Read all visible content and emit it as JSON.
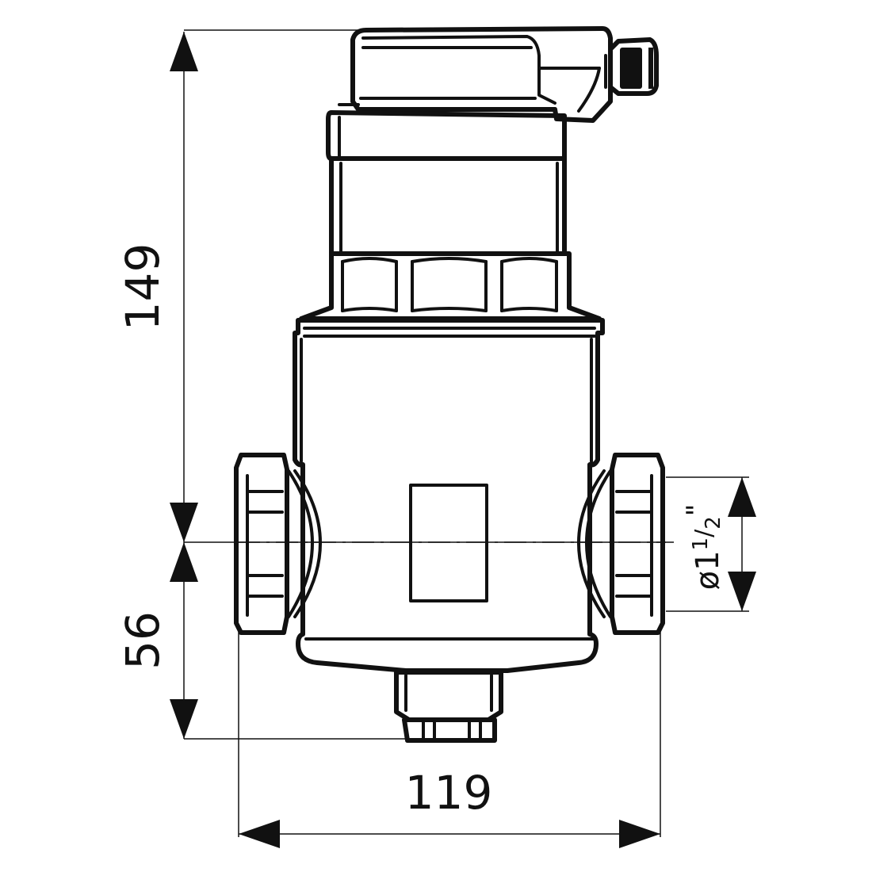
{
  "dimensions": {
    "height_total": "149",
    "height_lower": "56",
    "width": "119",
    "port_diameter": {
      "symbol": "ø",
      "whole": "1",
      "numerator": "1",
      "denominator": "2",
      "unit": "\""
    }
  }
}
